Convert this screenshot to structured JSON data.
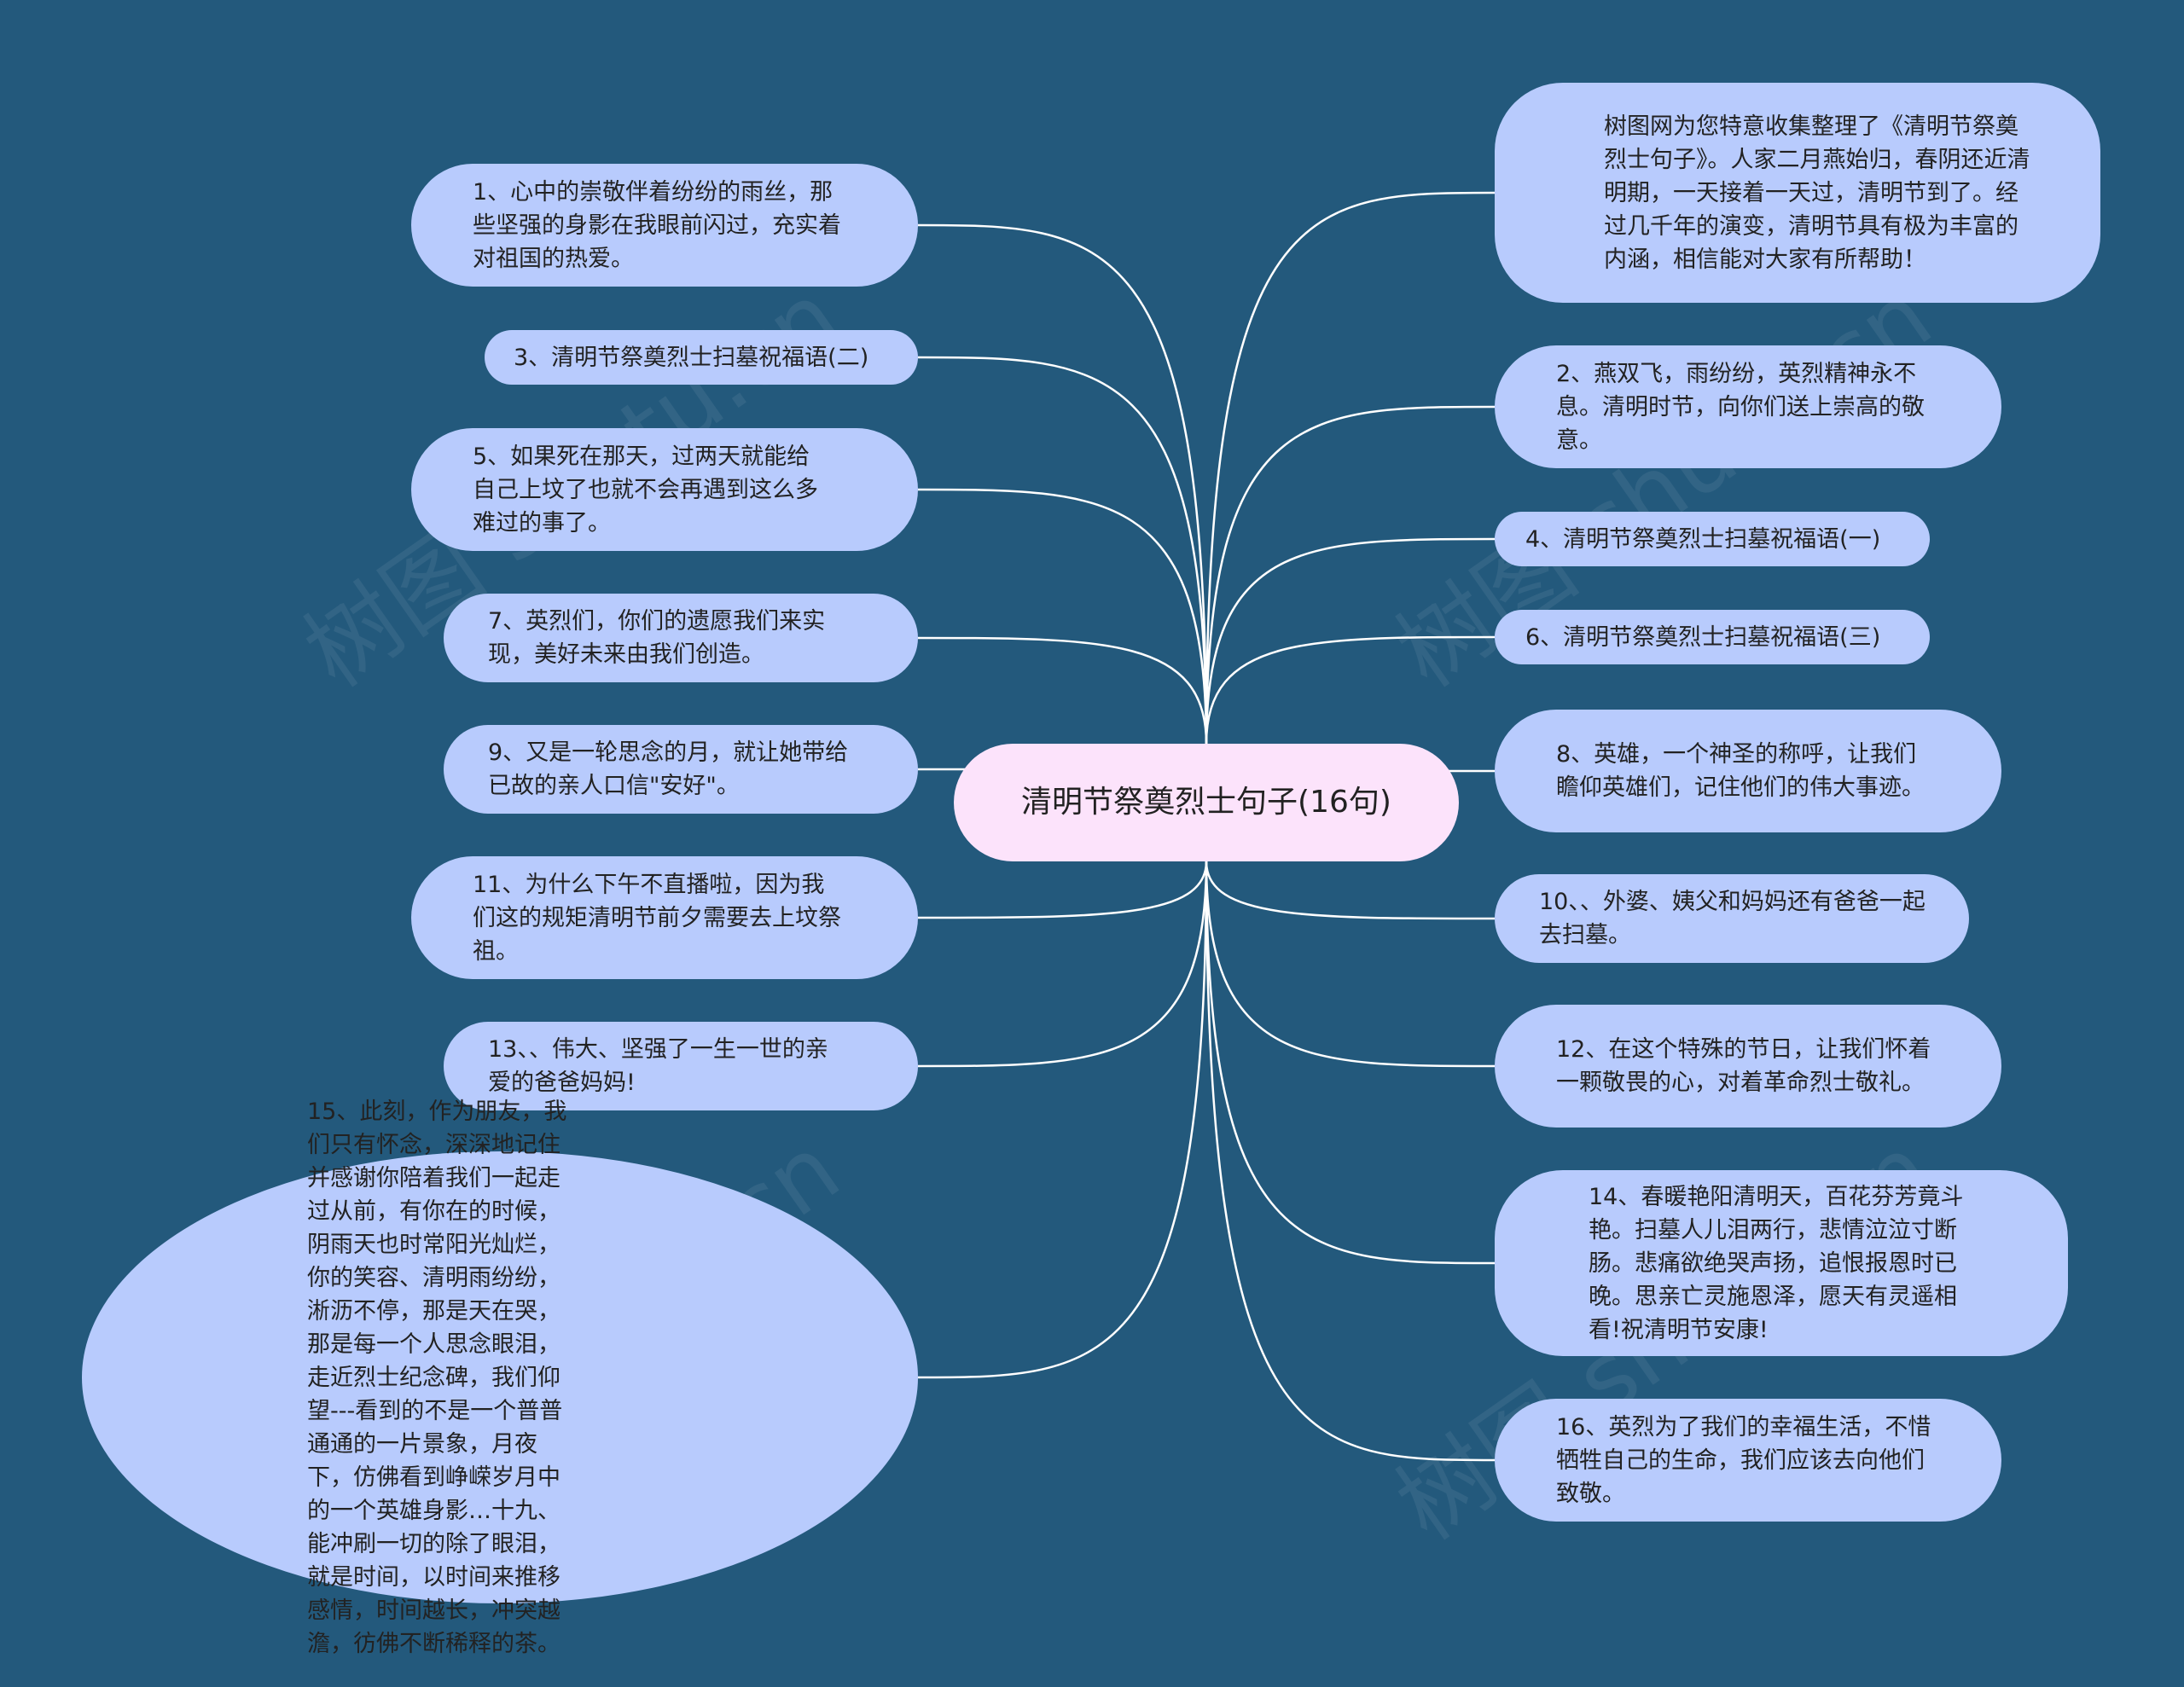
{
  "root": {
    "label": "清明节祭奠烈士句子(16句)"
  },
  "nodes": {
    "intro": "树图网为您特意收集整理了《清明节祭奠烈士句子》。人家二月燕始归，春阴还近清明期，一天接着一天过，清明节到了。经过几千年的演变，清明节具有极为丰富的内涵，相信能对大家有所帮助！",
    "s1": "1、心中的崇敬伴着纷纷的雨丝，那些坚强的身影在我眼前闪过，充实着对祖国的热爱。",
    "s2": "2、燕双飞，雨纷纷，英烈精神永不息。清明时节，向你们送上崇高的敬意。",
    "s3": "3、清明节祭奠烈士扫墓祝福语(二)",
    "s4": "4、清明节祭奠烈士扫墓祝福语(一)",
    "s5": "5、如果死在那天，过两天就能给自己上坟了也就不会再遇到这么多难过的事了。",
    "s6": "6、清明节祭奠烈士扫墓祝福语(三)",
    "s7": "7、英烈们，你们的遗愿我们来实现，美好未来由我们创造。",
    "s8": "8、英雄，一个神圣的称呼，让我们瞻仰英雄们，记住他们的伟大事迹。",
    "s9": "9、又是一轮思念的月，就让她带给已故的亲人口信\"安好\"。",
    "s10": "10、、外婆、姨父和妈妈还有爸爸一起去扫墓。",
    "s11": "11、为什么下午不直播啦，因为我们这的规矩清明节前夕需要去上坟祭祖。",
    "s12": "12、在这个特殊的节日，让我们怀着一颗敬畏的心，对着革命烈士敬礼。",
    "s13": "13、、伟大、坚强了一生一世的亲爱的爸爸妈妈!",
    "s14": "14、春暖艳阳清明天，百花芬芳竟斗艳。扫墓人儿泪两行，悲情泣泣寸断肠。悲痛欲绝哭声扬，追恨报恩时已晚。思亲亡灵施恩泽，愿天有灵遥相看!祝清明节安康!",
    "s15": "15、此刻，作为朋友，我们只有怀念，深深地记住并感谢你陪着我们一起走过从前，有你在的时候，阴雨天也时常阳光灿烂，你的笑容、清明雨纷纷，淅沥不停，那是天在哭，那是每一个人思念眼泪，走近烈士纪念碑，我们仰望---看到的不是一个普普通通的一片景象，月夜下，仿佛看到峥嵘岁月中的一个英雄身影…十九、能冲刷一切的除了眼泪，就是时间，以时间来推移感情，时间越长，冲突越澹，彷佛不断稀释的茶。",
    "s16": "16、英烈为了我们的幸福生活，不惜牺牲自己的生命，我们应该去向他们致敬。"
  },
  "watermark": "树图 shutu.cn",
  "colors": {
    "background": "#23597c",
    "node": "#b8cbfd",
    "root": "#fce3fb",
    "line": "#ffffff"
  }
}
